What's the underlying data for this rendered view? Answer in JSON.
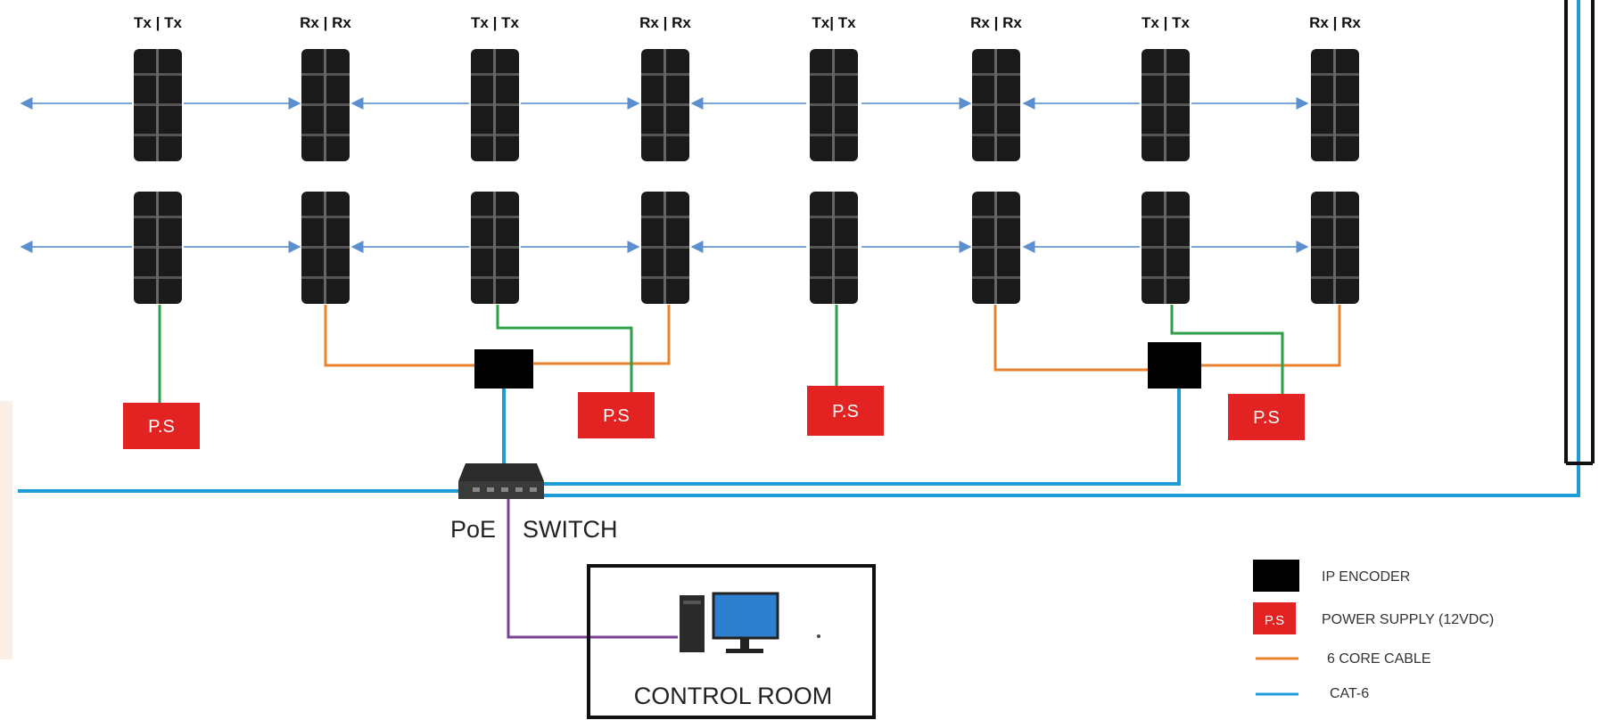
{
  "column_labels": [
    "Tx | Tx",
    "Rx | Rx",
    "Tx | Tx",
    "Rx | Rx",
    "Tx| Tx",
    "Rx | Rx",
    "Tx | Tx",
    "Rx | Rx"
  ],
  "power_supply_label": "P.S",
  "switch": {
    "label_left": "PoE",
    "label_right": "SWITCH"
  },
  "control_room": {
    "label": "CONTROL ROOM"
  },
  "legend": {
    "ip_encoder": "IP ENCODER",
    "power_supply": "POWER SUPPLY (12VDC)",
    "six_core": "6 CORE CABLE",
    "cat6": "CAT-6",
    "ps_swatch": "P.S"
  },
  "colors": {
    "cat6": "#1f9bd7",
    "six_core": "#e8822e",
    "power_line": "#2e9e4a",
    "arrow_line": "#7aa6d8",
    "ps_fill": "#e32222",
    "encoder_fill": "#000000",
    "pc_line": "#7b3f98",
    "monitor": "#2f7fd0"
  }
}
